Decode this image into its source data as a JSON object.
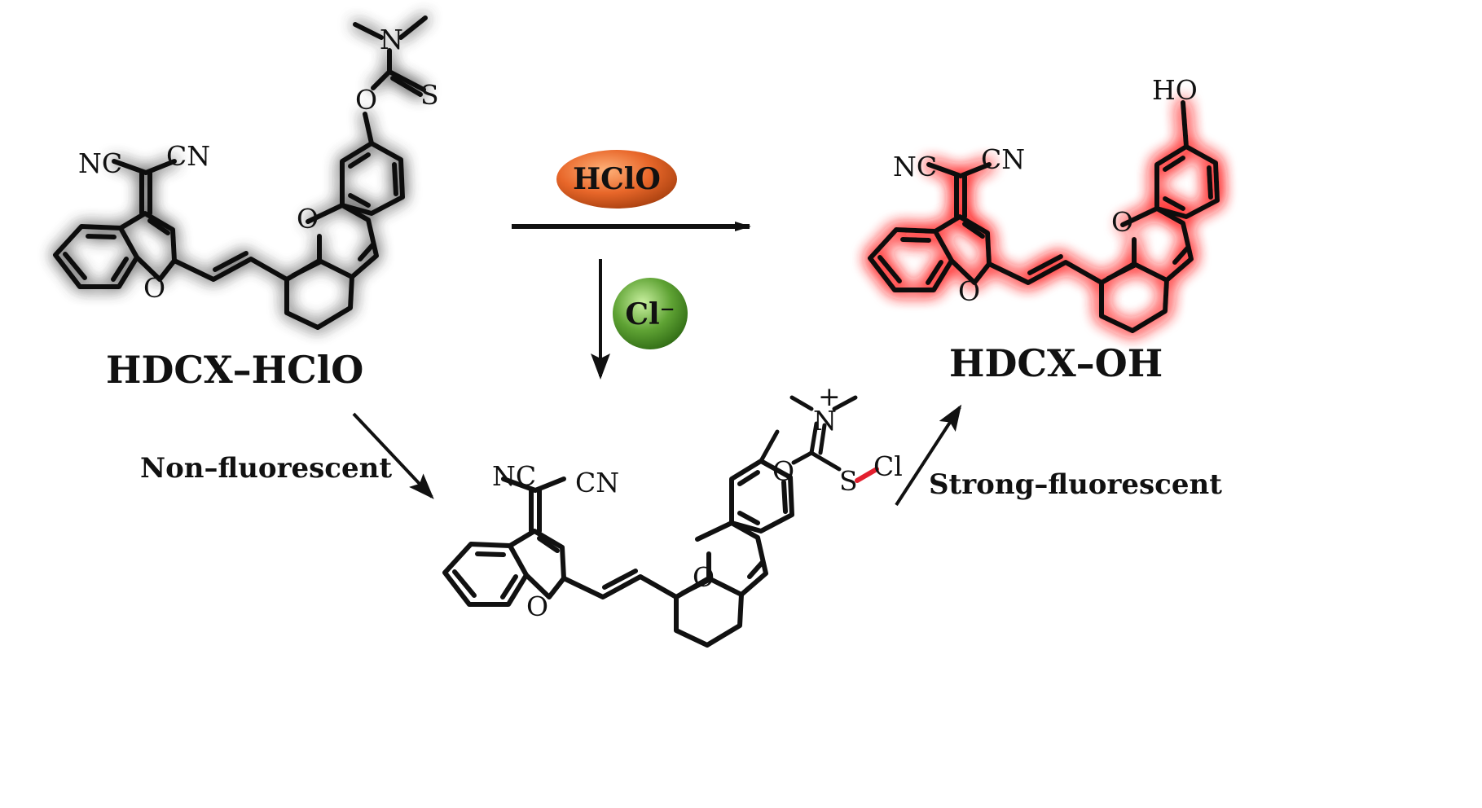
{
  "compounds": {
    "probe_name": "HDCX–HClO",
    "product_name": "HDCX–OH",
    "intermediate_label": ""
  },
  "reagents": {
    "oxidant": "HClO",
    "anion": "Cl⁻"
  },
  "annotations": {
    "left_state": "Non–fluorescent",
    "right_state": "Strong–fluorescent"
  },
  "atoms": {
    "nc": "NC",
    "cn": "CN",
    "o": "O",
    "n": "N",
    "s": "S",
    "cl": "Cl",
    "ho": "HO",
    "plus": "+"
  },
  "colors": {
    "probe_glow": "#6b6b6b",
    "product_glow": "#ff2a2a",
    "hclo_badge": "#e8672a",
    "cl_badge": "#5fa334",
    "highlight_bond": "#e3202f"
  }
}
